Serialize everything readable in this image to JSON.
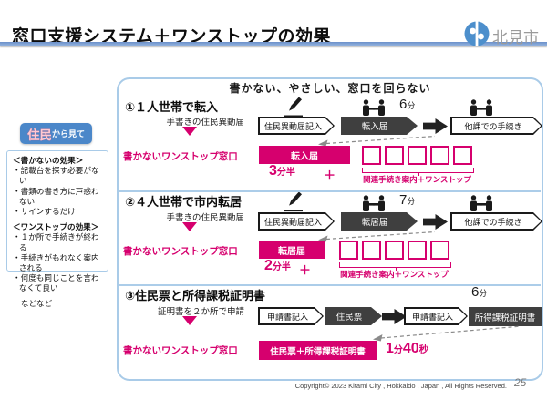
{
  "title": "窓口支援システム＋ワンストップの効果",
  "logo": {
    "city_name": "北見市"
  },
  "viewer_badge": {
    "main": "住民",
    "suffix": "から見て"
  },
  "sidebar": {
    "write_effects": {
      "title": "＜書かないの効果＞",
      "items": [
        "・記載台を探す必要がない",
        "・書類の書き方に戸惑わない",
        "・サインするだけ"
      ]
    },
    "onestop_effects": {
      "title": "＜ワンストップの効果＞",
      "items": [
        "・１か所で手続きが終わる",
        "・手続きがもれなく案内される",
        "・何度も同じことを言わなくて良い"
      ]
    },
    "etc": "などなど"
  },
  "panel": {
    "headline": "書かない、やさしい、窓口を回らない",
    "sections": [
      {
        "heading": "①１人世帯で転入",
        "before_label": "手書きの住民異動届",
        "after_label": "書かないワンストップ窓口",
        "time_before": {
          "value": "6",
          "unit": "分"
        },
        "flow": {
          "step1": "住民異動届記入",
          "step2": "転入届",
          "step3": "他課での手続き"
        },
        "onestop": {
          "box": "転入届",
          "time_value": "3",
          "time_unit": "分半",
          "plus": "＋",
          "related": "関連手続き案内＋ワンストップ"
        }
      },
      {
        "heading": "②４人世帯で市内転居",
        "before_label": "手書きの住民異動届",
        "after_label": "書かないワンストップ窓口",
        "time_before": {
          "value": "7",
          "unit": "分"
        },
        "flow": {
          "step1": "住民異動届記入",
          "step2": "転居届",
          "step3": "他課での手続き"
        },
        "onestop": {
          "box": "転居届",
          "time_value": "2",
          "time_unit": "分半",
          "plus": "＋",
          "related": "関連手続き案内＋ワンストップ"
        }
      },
      {
        "heading": "③住民票と所得課税証明書",
        "before_label": "証明書を２か所で申請",
        "after_label": "書かないワンストップ窓口",
        "time_before": {
          "value": "6",
          "unit": "分"
        },
        "flow": {
          "step1": "申請書記入",
          "step2": "住民票",
          "step3": "申請書記入",
          "step4": "所得課税証明書"
        },
        "onestop": {
          "box": "住民票＋所得課税証明書",
          "time_parts": [
            "1",
            "分",
            "40",
            "秒"
          ]
        }
      }
    ]
  },
  "footer": {
    "copyright": "Copyright© 2023 Kitami City , Hokkaido , Japan , All Rights Reserved.",
    "page": "25"
  },
  "colors": {
    "accent_pink": "#d6006e",
    "dark_arrow": "#3f3f3f",
    "panel_border": "#a9cbe8",
    "badge_blue": "#4b87c9"
  }
}
